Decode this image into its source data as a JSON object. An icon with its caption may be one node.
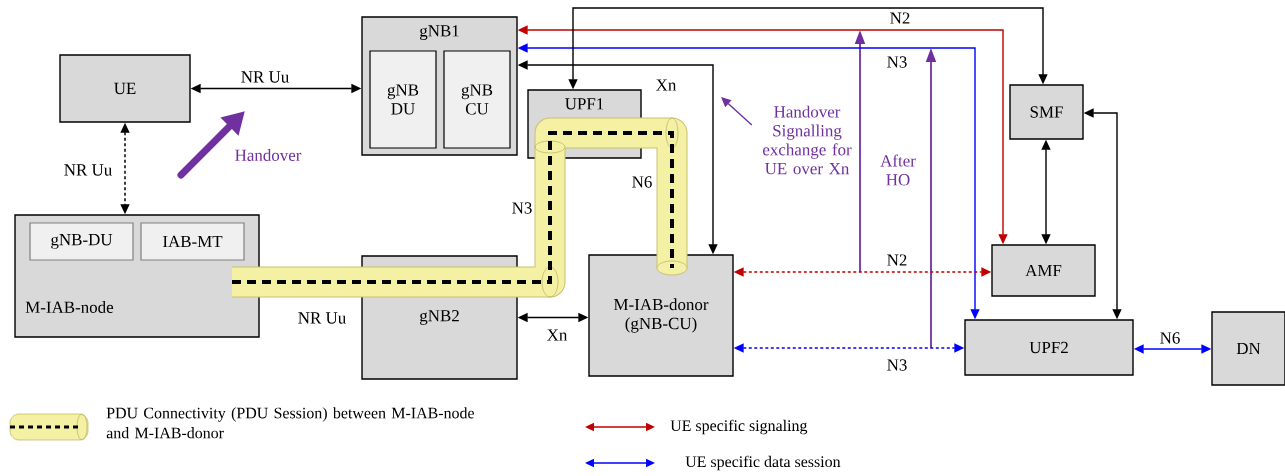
{
  "diagram": {
    "nodes": [
      {
        "text": [
          "UE"
        ]
      },
      {
        "text": [
          "gNB1"
        ]
      },
      {
        "text": [
          "gNB DU"
        ],
        "in": 1
      },
      {
        "text": [
          "gNB CU"
        ],
        "in": 1
      },
      {
        "text": [
          "UPF1"
        ]
      },
      {
        "text": [
          "M-IAB-node"
        ]
      },
      {
        "text": [
          "gNB-DU"
        ],
        "in": 5
      },
      {
        "text": [
          "IAB-MT"
        ],
        "in": 5
      },
      {
        "text": [
          "gNB2"
        ]
      },
      {
        "text": [
          "M-IAB-donor (gNB-CU)"
        ]
      },
      {
        "text": [
          "SMF"
        ]
      },
      {
        "text": [
          "AMF"
        ]
      },
      {
        "text": [
          "UPF2"
        ]
      },
      {
        "text": [
          "DN"
        ]
      },
      {
        "text": [
          "Handover Signalling exchange for UE over Xn"
        ]
      }
    ],
    "edges": [
      {
        "from": 0,
        "to": 1,
        "arrow": "both",
        "label": "NR Uu"
      },
      {
        "from": 0,
        "to": 5,
        "arrow": "both",
        "label": "NR Uu",
        "style": "dashed"
      },
      {
        "from": 8,
        "to": 9,
        "arrow": "both",
        "label": "Xn"
      },
      {
        "from": 1,
        "to": 11,
        "arrow": "both",
        "label": "N2",
        "color": "#c00000"
      },
      {
        "from": 1,
        "to": 12,
        "arrow": "both",
        "label": "N3",
        "color": "#0000ff"
      },
      {
        "from": 1,
        "to": 9,
        "arrow": "both",
        "label": "Xn"
      },
      {
        "from": 4,
        "to": 10,
        "arrow": "both"
      },
      {
        "from": 10,
        "to": 11,
        "arrow": "both"
      },
      {
        "from": 10,
        "to": 12,
        "arrow": "both"
      },
      {
        "from": 9,
        "to": 11,
        "arrow": "both",
        "label": "N2",
        "color": "#c00000",
        "style": "dashed"
      },
      {
        "from": 9,
        "to": 12,
        "arrow": "both",
        "label": "N3",
        "color": "#0000ff",
        "style": "dashed"
      },
      {
        "from": 12,
        "to": 13,
        "arrow": "both",
        "label": "N6",
        "color": "#0000ff"
      },
      {
        "from": 14,
        "to": null,
        "arrow": "to",
        "color": "#7030a0"
      }
    ],
    "labels": [
      "Handover",
      "After HO",
      "NR Uu",
      "N3",
      "N6"
    ],
    "legend": [
      {
        "text": "PDU Connectivity (PDU Session) between M-IAB-node and M-IAB-donor"
      },
      {
        "text": "UE specific signaling"
      },
      {
        "text": "UE specific data session"
      }
    ]
  }
}
